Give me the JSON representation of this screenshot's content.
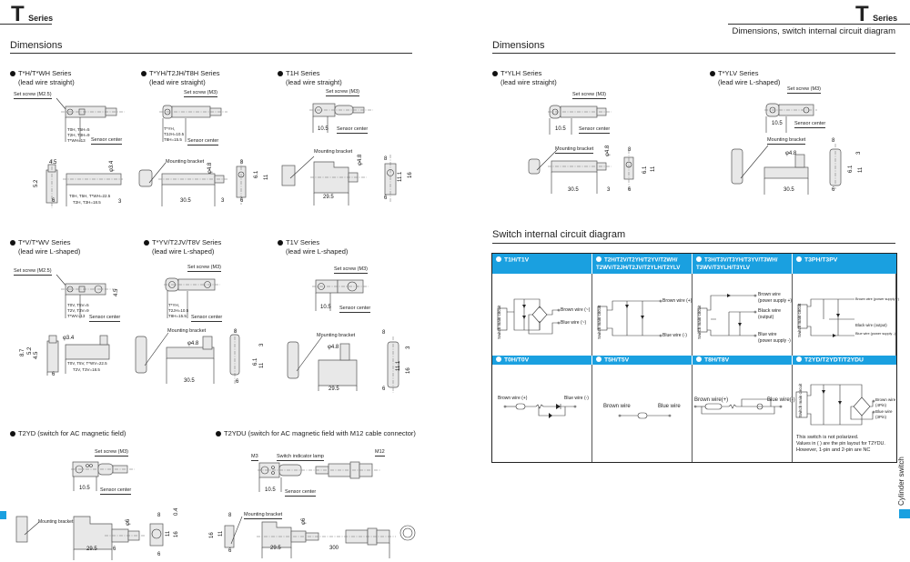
{
  "left_page": {
    "header": {
      "letter": "T",
      "word": "Series"
    },
    "section_title": "Dimensions",
    "blocks": [
      {
        "title": "T*H/T*WH Series",
        "subtitle": "(lead wire straight)",
        "labels": {
          "set_screw": "Set screw (M2.5)",
          "sensor_center": "Sensor center",
          "offsets": [
            "T0H, T5H=5",
            "T2H, T3H=9",
            "T*WH=13"
          ],
          "lengths": [
            "T0H, T5H, T*WH=22.5",
            "T2H, T3H=18.5"
          ],
          "dims": [
            "4.5",
            "5.2",
            "φ3.4",
            "6",
            "3"
          ]
        }
      },
      {
        "title": "T*YH/T2JH/T8H Series",
        "subtitle": "(lead wire straight)",
        "labels": {
          "set_screw": "Set screw (M3)",
          "sensor_center": "Sensor center",
          "mounting_bracket": "Mounting bracket",
          "offsets": [
            "T*YH,",
            "T2JH=10.5",
            "T8H=15.5"
          ],
          "dims": [
            "φ4.8",
            "30.5",
            "3",
            "8",
            "6.1",
            "11",
            "6"
          ]
        }
      },
      {
        "title": "T1H Series",
        "subtitle": "(lead wire straight)",
        "labels": {
          "set_screw": "Set screw (M3)",
          "sensor_center": "Sensor center",
          "mounting_bracket": "Mounting bracket",
          "dims": [
            "10.5",
            "φ4.8",
            "29.5",
            "8",
            "11.1",
            "16",
            "6"
          ]
        }
      },
      {
        "title": "T*V/T*WV Series",
        "subtitle": "(lead wire L-shaped)",
        "labels": {
          "set_screw": "Set screw (M2.5)",
          "sensor_center": "Sensor center",
          "offsets": [
            "T0V, T5V=5",
            "T2V, T3V=9",
            "T*WV=13"
          ],
          "lengths": [
            "T0V, T5V, T*WV=22.5",
            "T2V, T3V=18.5"
          ],
          "dims": [
            "4.5",
            "φ3.4",
            "8.7",
            "5.2",
            "4.5",
            "6"
          ]
        }
      },
      {
        "title": "T*YV/T2JV/T8V Series",
        "subtitle": "(lead wire L-shaped)",
        "labels": {
          "set_screw": "Set screw (M3)",
          "sensor_center": "Sensor center",
          "mounting_bracket": "Mounting bracket",
          "offsets": [
            "T*YH,",
            "T2JH=10.5",
            "T8H=15.5"
          ],
          "dims": [
            "φ4.8",
            "30.5",
            "8",
            "3",
            "6.1",
            "11",
            "6"
          ]
        }
      },
      {
        "title": "T1V Series",
        "subtitle": "(lead wire L-shaped)",
        "labels": {
          "set_screw": "Set screw (M3)",
          "sensor_center": "Sensor center",
          "mounting_bracket": "Mounting bracket",
          "dims": [
            "10.5",
            "φ4.8",
            "29.5",
            "8",
            "3",
            "11.1",
            "16",
            "6"
          ]
        }
      },
      {
        "title": "T2YD (switch for AC magnetic field)",
        "subtitle": "",
        "labels": {
          "set_screw": "Set screw (M3)",
          "sensor_center": "Sensor center",
          "mounting_bracket": "Mounting bracket",
          "dims": [
            "10.5",
            "φ6",
            "29.5",
            "6",
            "8",
            "0.4",
            "11",
            "16",
            "6"
          ]
        }
      },
      {
        "title": "T2YDU (switch for AC magnetic field with M12 cable connector)",
        "subtitle": "",
        "labels": {
          "m3": "M3",
          "lamp": "Switch indicator lamp",
          "m12": "M12",
          "sensor_center": "Sensor center",
          "mounting_bracket": "Mounting bracket",
          "dims": [
            "10.5",
            "8",
            "11",
            "16",
            "6",
            "φ6",
            "29.5",
            "300"
          ]
        }
      }
    ]
  },
  "right_page": {
    "header": {
      "letter": "T",
      "word": "Series",
      "subtitle": "Dimensions, switch internal circuit diagram"
    },
    "section_title": "Dimensions",
    "blocks": [
      {
        "title": "T*YLH Series",
        "subtitle": "(lead wire straight)",
        "labels": {
          "set_screw": "Set screw (M3)",
          "sensor_center": "Sensor center",
          "mounting_bracket": "Mounting bracket",
          "dims": [
            "10.5",
            "φ4.8",
            "30.5",
            "3",
            "8",
            "6.1",
            "11",
            "6"
          ]
        }
      },
      {
        "title": "T*YLV Series",
        "subtitle": "(lead wire L-shaped)",
        "labels": {
          "set_screw": "Set screw (M3)",
          "sensor_center": "Sensor center",
          "mounting_bracket": "Mounting bracket",
          "dims": [
            "10.5",
            "φ4.8",
            "30.5",
            "8",
            "3",
            "6.1",
            "11",
            "6"
          ]
        }
      }
    ],
    "circuit_section_title": "Switch internal circuit diagram",
    "circuit_table": {
      "headers_row1": [
        "T1H/T1V",
        "T2H/T2V/T2YH/T2YV/T2WH/\nT2WV/T2JH/T2JV/T2YLH/T2YLV",
        "T3H/T3V/T3YH/T3YV/T3WH/\nT3WV/T3YLH/T3YLV",
        "T3PH/T3PV"
      ],
      "headers_row2": [
        "T0H/T0V",
        "T5H/T5V",
        "T8H/T8V",
        "T2YD/T2YDT/T2YDU"
      ],
      "switch_circuit_label": "Switch main circuit",
      "wires": {
        "t1": [
          "Brown wire (~)",
          "Blue wire (~)"
        ],
        "t2": [
          "Brown wire (+)",
          "Blue wire (-)"
        ],
        "t3": [
          "Brown wire",
          "(power supply +)",
          "Black wire",
          "(output)",
          "Blue wire",
          "(power supply -)"
        ],
        "t3p": [
          "Brown wire (power supply +)",
          "Black wire (output)",
          "Blue wire (power supply -)"
        ],
        "t0": [
          "Brown wire (+)",
          "Blue wire (-)"
        ],
        "t5": [
          "Brown wire",
          "Blue wire"
        ],
        "t8": [
          "Brown wire(+)",
          "Blue wire(-)"
        ],
        "t2yd": [
          "Brown wire",
          "(4Pin)",
          "Blue wire",
          "(3Pin)"
        ]
      },
      "t2yd_note": [
        "This switch is not polarized.",
        "Values in ( ) are the pin layout for T2YDU.",
        "However, 1-pin and 2-pin are NC"
      ]
    },
    "side_tab": "Cylinder switch"
  },
  "colors": {
    "accent": "#1aa0e0",
    "text": "#222222"
  }
}
